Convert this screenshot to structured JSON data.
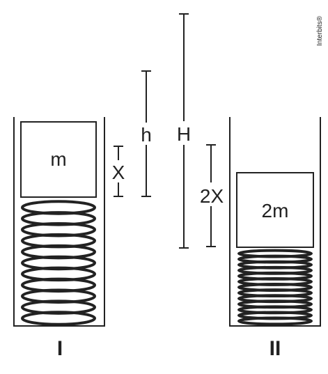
{
  "setup_1": {
    "block_label": "m",
    "compression_label": "X",
    "height_label": "h",
    "roman": "I"
  },
  "setup_2": {
    "block_label": "2m",
    "compression_label": "2X",
    "roman": "II"
  },
  "tall_height_label": "H",
  "credit": "Interbits®",
  "colors": {
    "stroke": "#222222",
    "background": "#ffffff"
  }
}
